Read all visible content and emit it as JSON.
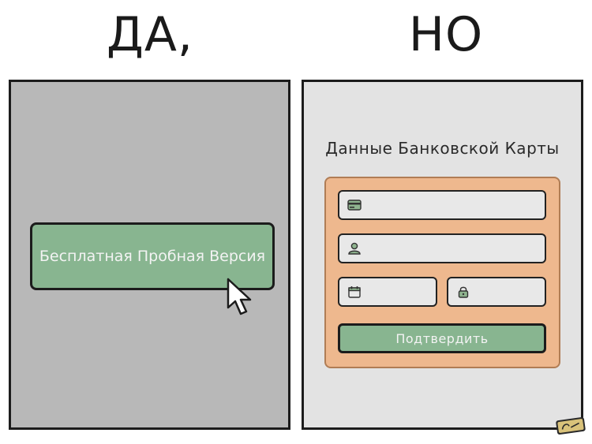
{
  "headings": {
    "left": "ДА,",
    "right": "НО"
  },
  "left_panel": {
    "trial_button_label": "Бесплатная Пробная Версия"
  },
  "right_panel": {
    "card_title": "Данные Банковской Карты",
    "fields": [
      {
        "icon": "credit-card-icon",
        "value": ""
      },
      {
        "icon": "user-icon",
        "value": ""
      },
      {
        "icon": "calendar-icon",
        "value": ""
      },
      {
        "icon": "lock-icon",
        "value": ""
      }
    ],
    "submit_label": "Подтвердить"
  },
  "signature": "Gudim",
  "colors": {
    "left_bg": "#b8b8b8",
    "right_bg": "#e3e3e3",
    "green": "#88b590",
    "form_orange": "#eeb88e",
    "border": "#1c1c1c"
  }
}
